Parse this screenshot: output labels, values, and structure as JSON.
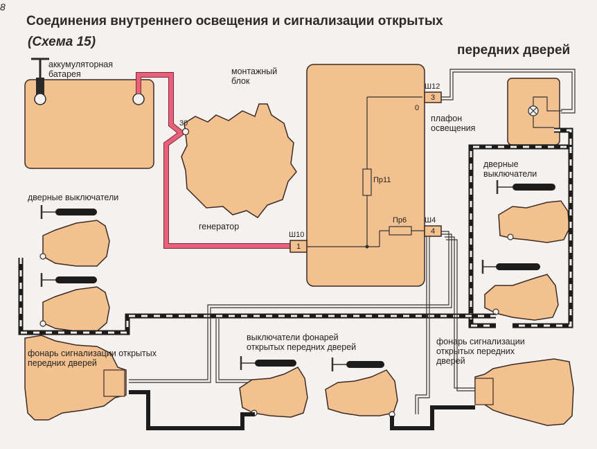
{
  "page_number": "8",
  "title": {
    "line1": "Соединения внутреннего освещения и сигнализации открытых",
    "scheme": "(Схема 15)",
    "line2": "передних дверей"
  },
  "labels": {
    "battery": "аккумуляторная\nбатарея",
    "mounting_block": "монтажный\nблок",
    "generator": "генератор",
    "ceiling_lamp": "плафон\nосвещения",
    "door_switches_left": "дверные выключатели",
    "door_switches_right": "дверные\nвыключатели",
    "warning_lamp_left": "фонарь сигнализации открытых\nпередних дверей",
    "lamp_switches": "выключатели фонарей\nоткрытых передних дверей",
    "warning_lamp_right": "фонарь сигнализации\nоткрытых передних\nдверей"
  },
  "connectors": {
    "sh10": "Ш10",
    "sh10_pin": "1",
    "sh12": "Ш12",
    "sh12_pin": "3",
    "sh4": "Ш4",
    "sh4_pin": "4",
    "gen_terminal": "30",
    "node_zero": "0"
  },
  "fuses": {
    "pr11": "Пр11",
    "pr6": "Пр6"
  },
  "colors": {
    "component": "#f2c18f",
    "component_stroke": "#3a2a22",
    "wire_red": "#e8607a",
    "wire_black": "#1c1c1c",
    "wire_white": "#f4f1ee"
  }
}
